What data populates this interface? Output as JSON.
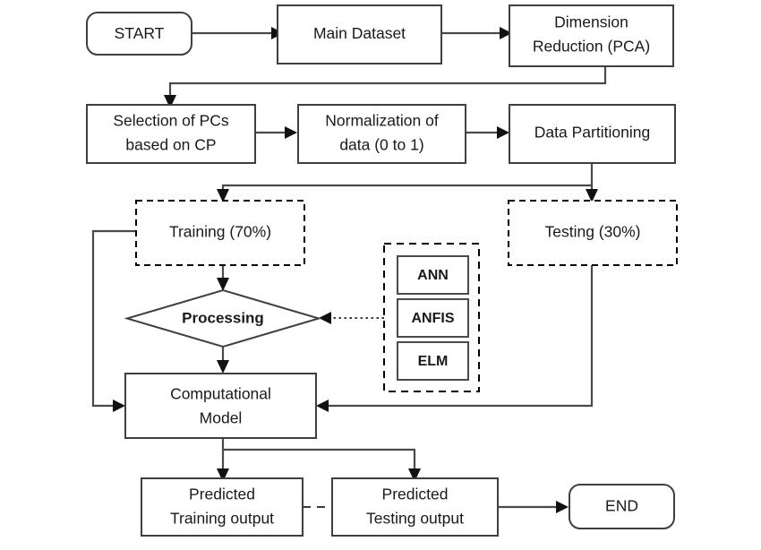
{
  "diagram": {
    "title": "Machine Learning Workflow Flowchart",
    "colors": {
      "node_stroke": "#3f3f3f",
      "edge_stroke": "#4a4a4a",
      "arrow_fill": "#111111",
      "background": "#ffffff",
      "text": "#1a1a1a"
    },
    "nodes": {
      "start": {
        "label": "START",
        "shape": "rounded-rectangle"
      },
      "main_dataset": {
        "label": "Main Dataset",
        "shape": "rectangle"
      },
      "dimension_reduction_line1": {
        "label": "Dimension",
        "shape": "rectangle"
      },
      "dimension_reduction_line2": {
        "label": "Reduction (PCA)"
      },
      "selection_pcs_line1": {
        "label": "Selection of PCs",
        "shape": "rectangle"
      },
      "selection_pcs_line2": {
        "label": "based on CP"
      },
      "normalization_line1": {
        "label": "Normalization of",
        "shape": "rectangle"
      },
      "normalization_line2": {
        "label": "data (0 to 1)"
      },
      "data_partitioning": {
        "label": "Data Partitioning",
        "shape": "rectangle"
      },
      "training": {
        "label": "Training (70%)",
        "shape": "dashed-rectangle"
      },
      "testing": {
        "label": "Testing (30%)",
        "shape": "dashed-rectangle"
      },
      "processing": {
        "label": "Processing",
        "shape": "diamond"
      },
      "algorithm_group": {
        "label": "",
        "shape": "dashed-group"
      },
      "ann": {
        "label": "ANN",
        "shape": "rectangle"
      },
      "anfis": {
        "label": "ANFIS",
        "shape": "rectangle"
      },
      "elm": {
        "label": "ELM",
        "shape": "rectangle"
      },
      "computational_model_line1": {
        "label": "Computational",
        "shape": "rectangle"
      },
      "computational_model_line2": {
        "label": "Model"
      },
      "predicted_training_line1": {
        "label": "Predicted",
        "shape": "rectangle"
      },
      "predicted_training_line2": {
        "label": "Training output"
      },
      "predicted_testing_line1": {
        "label": "Predicted",
        "shape": "rectangle"
      },
      "predicted_testing_line2": {
        "label": "Testing output"
      },
      "end": {
        "label": "END",
        "shape": "rounded-rectangle"
      }
    },
    "edges": [
      {
        "from": "start",
        "to": "main_dataset",
        "style": "solid"
      },
      {
        "from": "main_dataset",
        "to": "dimension_reduction",
        "style": "solid"
      },
      {
        "from": "dimension_reduction",
        "to": "selection_pcs",
        "style": "solid"
      },
      {
        "from": "selection_pcs",
        "to": "normalization",
        "style": "solid"
      },
      {
        "from": "normalization",
        "to": "data_partitioning",
        "style": "solid"
      },
      {
        "from": "data_partitioning",
        "to": "training",
        "style": "solid"
      },
      {
        "from": "data_partitioning",
        "to": "testing",
        "style": "solid"
      },
      {
        "from": "training",
        "to": "processing",
        "style": "solid"
      },
      {
        "from": "training",
        "to": "computational_model",
        "style": "solid"
      },
      {
        "from": "algorithm_group",
        "to": "processing",
        "style": "dotted"
      },
      {
        "from": "processing",
        "to": "computational_model",
        "style": "solid"
      },
      {
        "from": "testing",
        "to": "computational_model",
        "style": "solid"
      },
      {
        "from": "computational_model",
        "to": "predicted_training",
        "style": "solid"
      },
      {
        "from": "computational_model",
        "to": "predicted_testing",
        "style": "solid"
      },
      {
        "from": "predicted_training",
        "to": "predicted_testing",
        "style": "dashed"
      },
      {
        "from": "predicted_testing",
        "to": "end",
        "style": "solid"
      }
    ]
  }
}
